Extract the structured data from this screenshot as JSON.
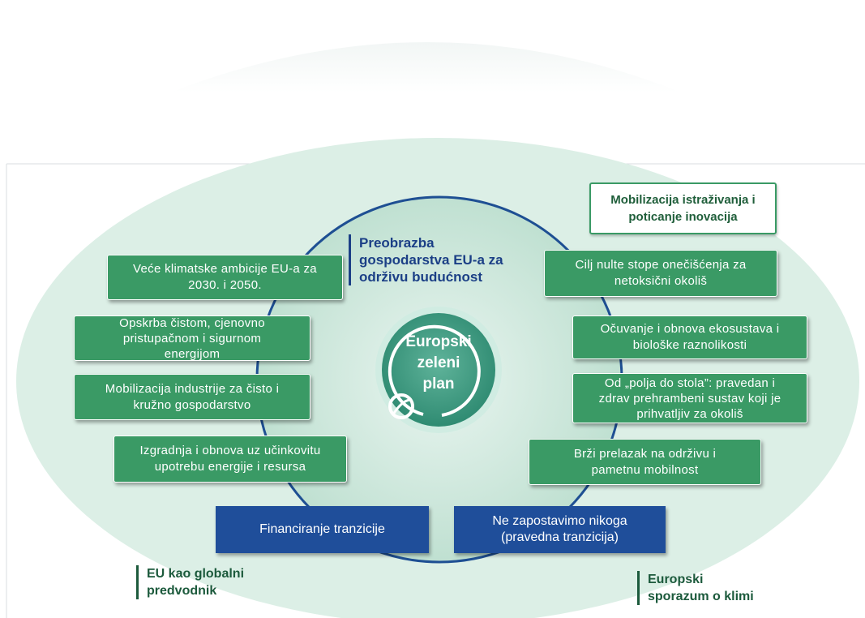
{
  "center": {
    "lines": [
      "Europski",
      "zeleni",
      "plan"
    ]
  },
  "top_heading": {
    "lines": [
      "Preobrazba",
      "gospodarstva EU-a za",
      "održivu budućnost"
    ]
  },
  "outline_box": {
    "lines": [
      "Mobilizacija istraživanja i",
      "poticanje inovacija"
    ]
  },
  "left_boxes": [
    {
      "lines": [
        "Veće klimatske ambicije EU-a za",
        "2030. i 2050."
      ]
    },
    {
      "lines": [
        "Opskrba čistom, cjenovno",
        "pristupačnom i sigurnom",
        "energijom"
      ]
    },
    {
      "lines": [
        "Mobilizacija industrije za čisto i",
        "kružno gospodarstvo"
      ]
    },
    {
      "lines": [
        "Izgradnja i obnova uz učinkovitu",
        "upotrebu energije i resursa"
      ]
    }
  ],
  "right_boxes": [
    {
      "lines": [
        "Cilj nulte stope onečišćenja za",
        "netoksični okoliš"
      ]
    },
    {
      "lines": [
        "Očuvanje i obnova ekosustava i",
        "biološke raznolikosti"
      ]
    },
    {
      "lines": [
        "Od „polja do stola”: pravedan i",
        "zdrav prehrambeni sustav koji je",
        "prihvatljiv za okoliš"
      ]
    },
    {
      "lines": [
        "Brži prelazak na održivu i",
        "pametnu mobilnost"
      ]
    }
  ],
  "bottom_boxes": [
    {
      "lines": [
        "Financiranje tranzicije"
      ]
    },
    {
      "lines": [
        "Ne zapostavimo nikoga",
        "(pravedna tranzicija)"
      ]
    }
  ],
  "bottom_left_heading": {
    "lines": [
      "EU kao globalni",
      "predvodnik"
    ]
  },
  "bottom_right_heading": {
    "lines": [
      "Europski",
      "sporazum o klimi"
    ]
  },
  "colors": {
    "green_box": "#3a9a65",
    "blue_box": "#1f4e9a",
    "heading_blue": "#1b3f86",
    "heading_green": "#1c5a3c",
    "outer_ellipse": "#d9ece4",
    "inner_circle": "#a9d9c8",
    "center_circle": "#3a9a82"
  }
}
